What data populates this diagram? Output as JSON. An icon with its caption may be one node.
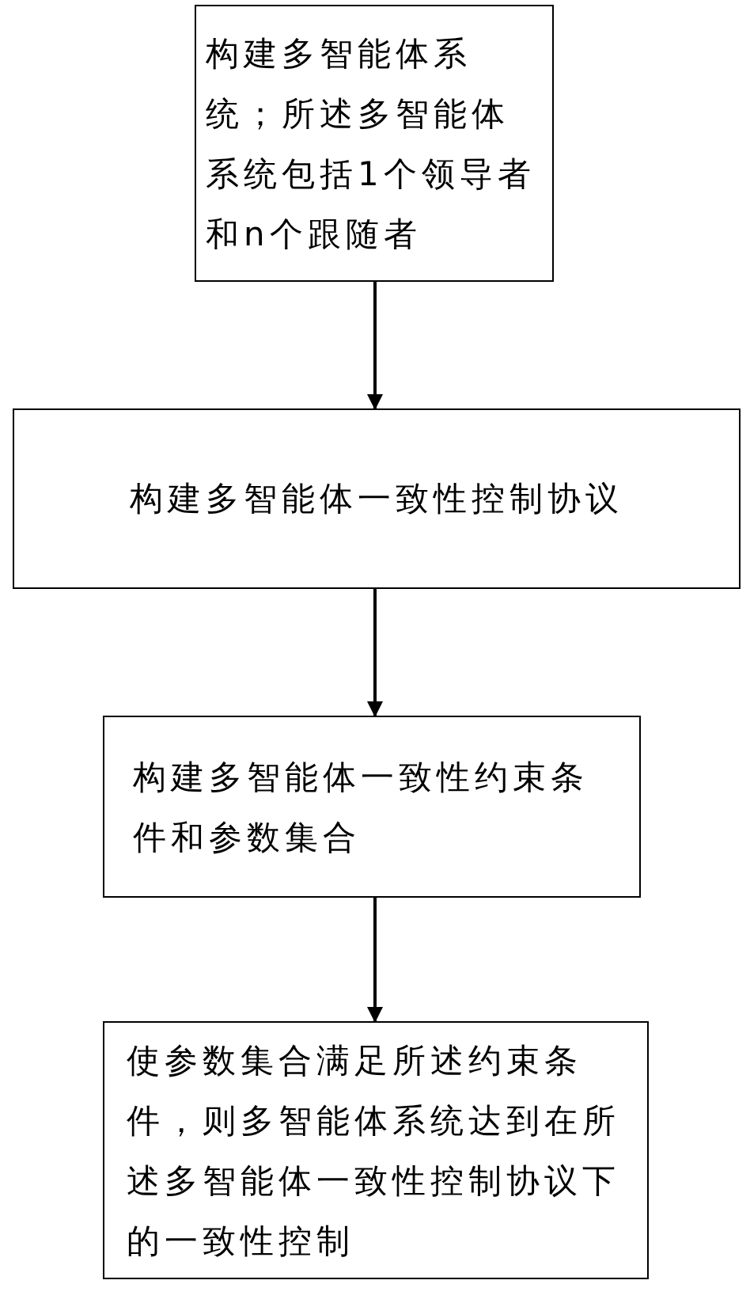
{
  "diagram": {
    "nodes": [
      {
        "text": [
          "构建多智能体系统；所述多智能体系统包括1个领导者和n个跟随者"
        ]
      },
      {
        "text": [
          "构建多智能体一致性控制协议"
        ]
      },
      {
        "text": [
          "构建多智能体一致性约束条件和参数集合"
        ]
      },
      {
        "text": [
          "使参数集合满足所述约束条件，则多智能体系统达到在所述多智能体一致性控制协议下的一致性控制"
        ]
      }
    ],
    "edges": [
      {
        "from": 0,
        "to": 1,
        "arrow": "to"
      },
      {
        "from": 1,
        "to": 2,
        "arrow": "to"
      },
      {
        "from": 2,
        "to": 3,
        "arrow": "to"
      }
    ]
  }
}
